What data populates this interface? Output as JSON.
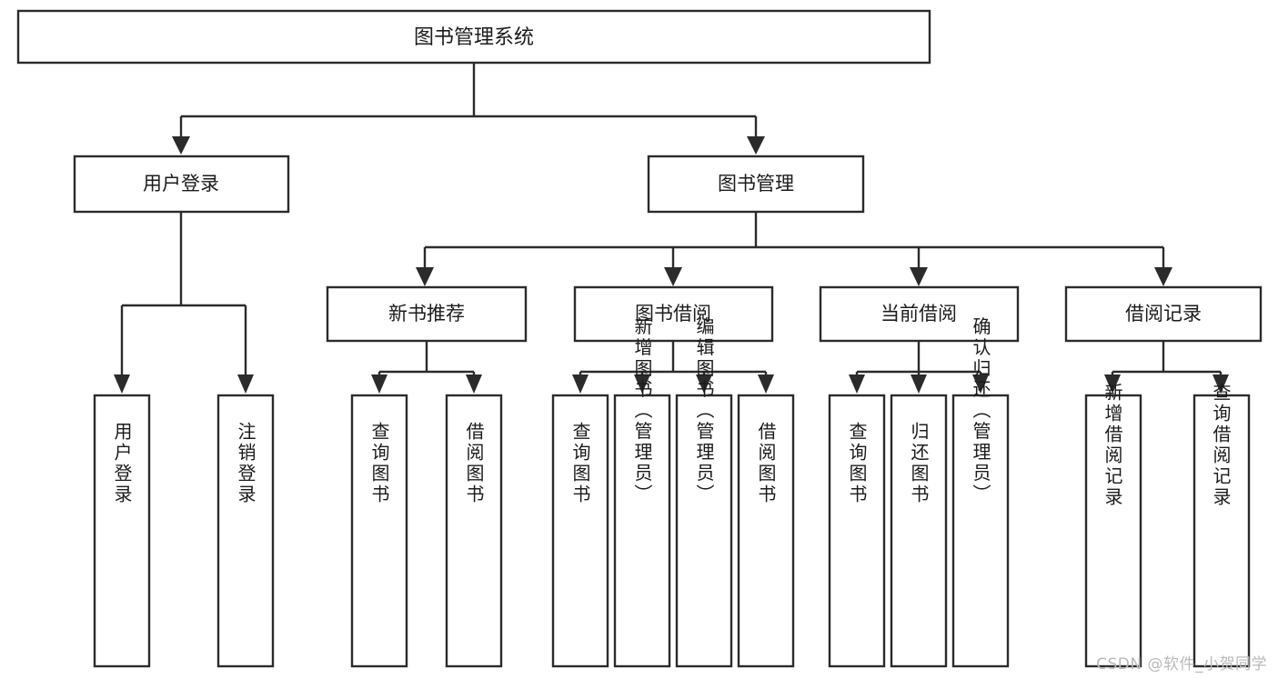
{
  "diagram": {
    "title": "图书管理系统",
    "type": "tree",
    "orientation": "top-down",
    "colors": {
      "box_fill": "#ffffff",
      "box_stroke": "#2b2b2b",
      "text": "#1b1b1b",
      "background": "#ffffff",
      "watermark": "#b9b9b9"
    },
    "root": {
      "label": "图书管理系统",
      "name": "node-root"
    },
    "level1": [
      {
        "label": "用户登录",
        "name": "node-user-login"
      },
      {
        "label": "图书管理",
        "name": "node-book-management"
      }
    ],
    "level2": [
      {
        "label": "新书推荐",
        "name": "node-new-book-recommend"
      },
      {
        "label": "图书借阅",
        "name": "node-book-borrow"
      },
      {
        "label": "当前借阅",
        "name": "node-current-borrow"
      },
      {
        "label": "借阅记录",
        "name": "node-borrow-record"
      }
    ],
    "leaves": {
      "user_login": [
        {
          "label": "用户登录",
          "name": "leaf-user-login"
        },
        {
          "label": "注销登录",
          "name": "leaf-logout"
        }
      ],
      "new_book_recommend": [
        {
          "label": "查询图书",
          "name": "leaf-query-book-recommend"
        },
        {
          "label": "借阅图书",
          "name": "leaf-borrow-book-recommend"
        }
      ],
      "book_borrow": [
        {
          "label": "查询图书",
          "name": "leaf-query-book-borrow"
        },
        {
          "label": "新增图书（管理员）",
          "name": "leaf-add-book-admin"
        },
        {
          "label": "编辑图书（管理员）",
          "name": "leaf-edit-book-admin"
        },
        {
          "label": "借阅图书",
          "name": "leaf-borrow-book"
        }
      ],
      "current_borrow": [
        {
          "label": "查询图书",
          "name": "leaf-query-book-current"
        },
        {
          "label": "归还图书",
          "name": "leaf-return-book"
        },
        {
          "label": "确认归还（管理员）",
          "name": "leaf-confirm-return-admin"
        }
      ],
      "borrow_record": [
        {
          "label": "新增借阅记录",
          "name": "leaf-add-borrow-record"
        },
        {
          "label": "查询借阅记录",
          "name": "leaf-query-borrow-record"
        }
      ]
    }
  },
  "watermark": {
    "text": "CSDN @软件_小贺同学"
  }
}
